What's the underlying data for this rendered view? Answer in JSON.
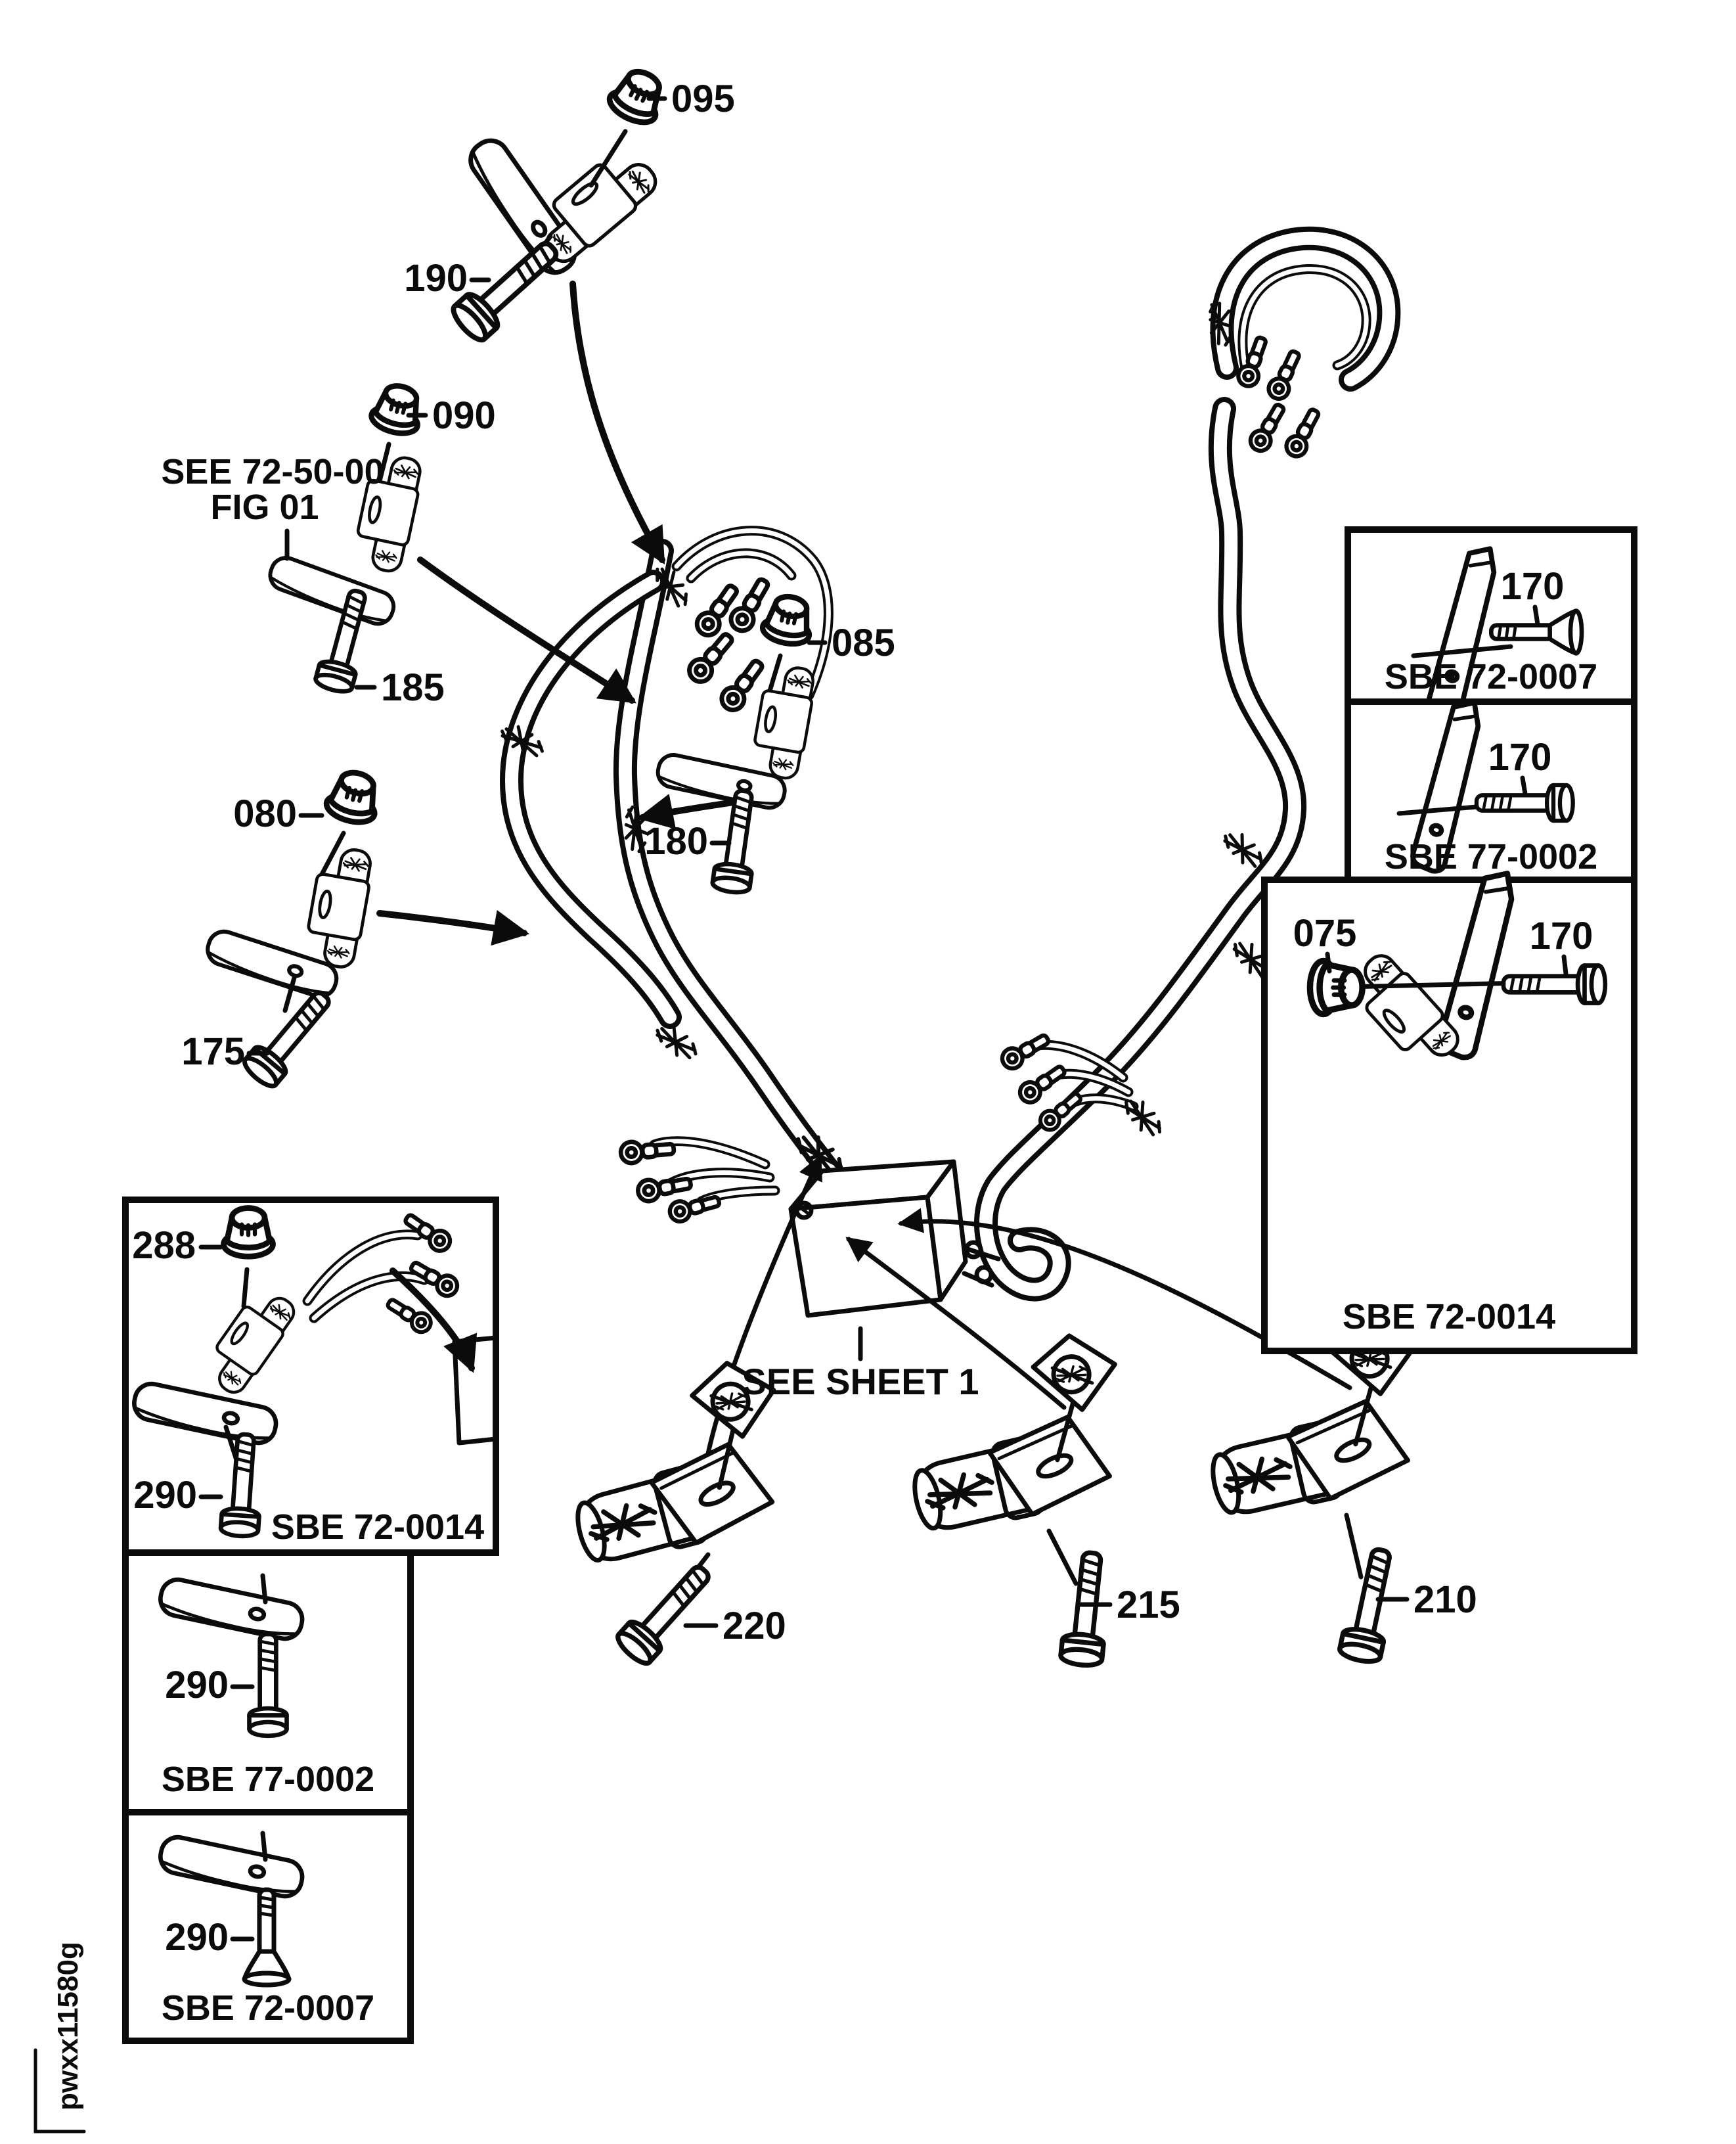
{
  "diagram": {
    "watermark": "pwxx11580g",
    "colors": {
      "ink": "#0b0b0b",
      "paper": "#ffffff"
    },
    "references": {
      "see_fig_line1": "SEE 72-50-00",
      "see_fig_line2": "FIG 01",
      "see_sheet": "SEE SHEET 1"
    },
    "callouts": {
      "c075": "075",
      "c080": "080",
      "c085": "085",
      "c090": "090",
      "c095": "095",
      "c170": "170",
      "c175": "175",
      "c180": "180",
      "c185": "185",
      "c190": "190",
      "c210": "210",
      "c215": "215",
      "c220": "220",
      "c288": "288",
      "c290": "290"
    },
    "service_kits": {
      "sbe_72_0007": "SBE 72-0007",
      "sbe_77_0002": "SBE 77-0002",
      "sbe_72_0014": "SBE 72-0014"
    }
  }
}
